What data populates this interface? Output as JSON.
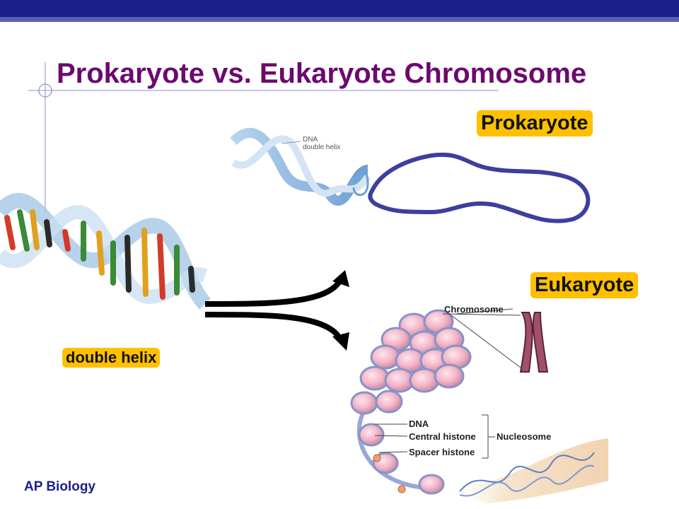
{
  "slide": {
    "title": "Prokaryote vs. Eukaryote Chromosome",
    "footer": "AP Biology"
  },
  "labels": {
    "prokaryote": "Prokaryote",
    "eukaryote": "Eukaryote",
    "double_helix": "double helix"
  },
  "prokaryote_diagram": {
    "dna_label_line1": "DNA",
    "dna_label_line2": "double helix"
  },
  "eukaryote_diagram": {
    "chromosome": "Chromosome",
    "dna": "DNA",
    "central_histone": "Central histone",
    "spacer_histone": "Spacer histone",
    "nucleosome": "Nucleosome"
  },
  "colors": {
    "title": "#6b0a6e",
    "header_bar": "#1a1f8a",
    "label_highlight": "#ffc000",
    "plasmid_loop": "#3c3f9c"
  }
}
